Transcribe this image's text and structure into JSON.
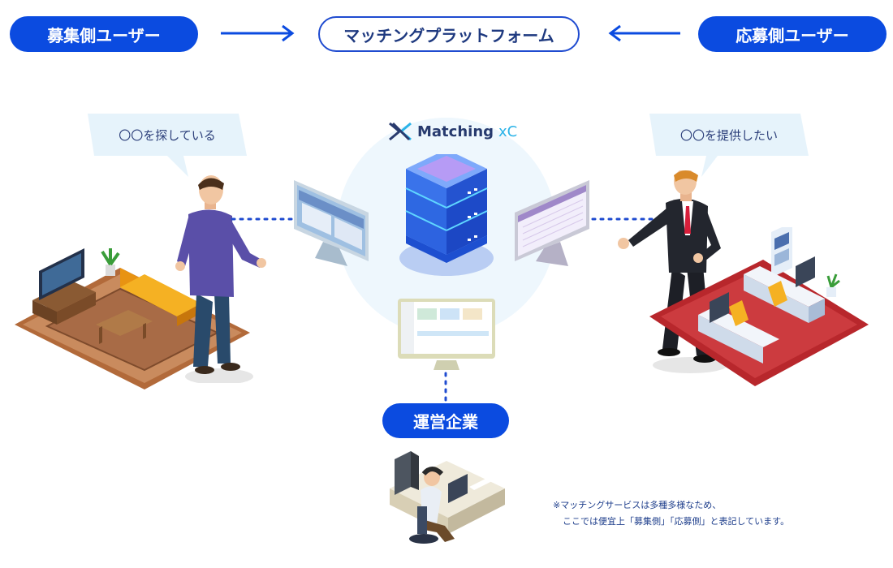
{
  "header": {
    "left_role": "募集側ユーザー",
    "platform": "マッチングプラットフォーム",
    "right_role": "応募側ユーザー"
  },
  "bubbles": {
    "left": "〇〇を探している",
    "right": "〇〇を提供したい"
  },
  "brand": {
    "name": "Matching",
    "suffix": "xC"
  },
  "operator": {
    "label": "運営企業"
  },
  "note": {
    "line1": "※マッチングサービスは多種多様なため、",
    "line2": "ここでは便宜上「募集側」「応募側」と表記しています。"
  },
  "colors": {
    "accent": "#0b4be0",
    "outline": "#1f4bd0",
    "server": "#2f6ce6",
    "halo": "#eaf6fd"
  }
}
